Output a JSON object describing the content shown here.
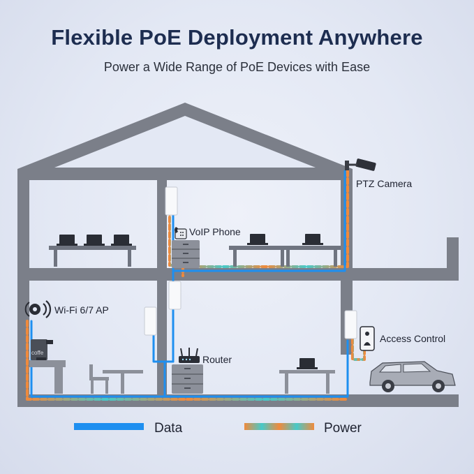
{
  "header": {
    "title": "Flexible PoE Deployment Anywhere",
    "subtitle": "Power a Wide Range of PoE Devices with Ease"
  },
  "devices": {
    "ptz_camera": "PTZ Camera",
    "voip_phone": "VoIP Phone",
    "wifi_ap": "Wi-Fi 6/7 AP",
    "router": "Router",
    "access_control": "Access Control",
    "coffee_label": "coffe"
  },
  "legend": {
    "data": "Data",
    "power": "Power"
  },
  "colors": {
    "house": "#7b7f89",
    "data_line": "#1e8ff0",
    "power_orange": "#f08a3c",
    "power_teal": "#47c9c9",
    "title": "#1d2d50"
  }
}
